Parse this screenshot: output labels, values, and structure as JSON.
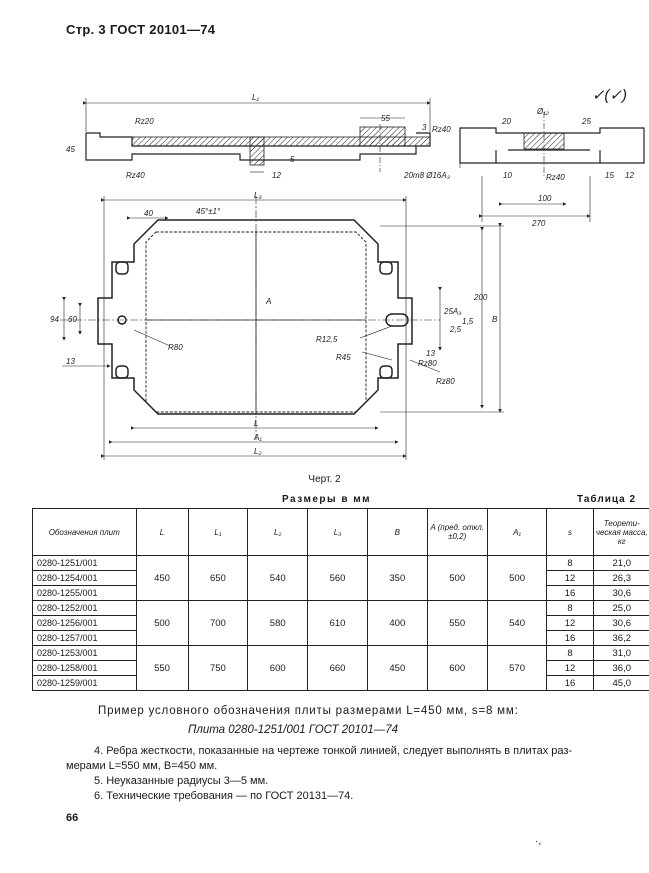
{
  "header": {
    "title": "Стр. 3 ГОСТ 20101—74"
  },
  "check_mark": "✓(✓)",
  "drawing": {
    "labels": {
      "L1": "L₁",
      "L2": "L₂",
      "L3": "L₃",
      "L": "L",
      "A1": "A₁",
      "A": "A",
      "B": "B",
      "rz20": "Rz20",
      "rz40": "Rz40",
      "rz40b": "Rz40",
      "rz40c": "Rz40",
      "rz80": "Rz80",
      "rz80b": "Rz80",
      "d55": "55",
      "d3": "3",
      "d5": "5",
      "d12a": "12",
      "d12b": "12",
      "fit": "20m8 Ø16A₃",
      "d45": "45",
      "d20": "20",
      "d25": "25",
      "d10": "10",
      "d15": "15",
      "d100": "100",
      "d270": "270",
      "d40": "40",
      "chamfer": "45°±1°",
      "d60": "60",
      "d94": "94",
      "d13": "13",
      "r80": "R80",
      "r125": "R12,5",
      "r45": "R45",
      "d200": "200",
      "d255": "25A₃",
      "d13b": "13",
      "d25b": "2,5",
      "d15c": "1,5",
      "dphi": "Ø₁₂"
    }
  },
  "caption": "Черт. 2",
  "sizes_label": "Размеры в мм",
  "table_number": "Таблица 2",
  "table": {
    "headers": [
      "Обозначения плит",
      "L",
      "L₁",
      "L₂",
      "L₃",
      "B",
      "A (пред. откл. ±0,2)",
      "A₁",
      "s",
      "Теорети-ческая масса, кг"
    ],
    "groups": [
      {
        "L": "450",
        "L1": "650",
        "L2": "540",
        "L3": "560",
        "B": "350",
        "A": "500",
        "A1": "500",
        "rows": [
          {
            "code": "0280-1251/001",
            "s": "8",
            "mass": "21,0"
          },
          {
            "code": "0280-1254/001",
            "s": "12",
            "mass": "26,3"
          },
          {
            "code": "0280-1255/001",
            "s": "16",
            "mass": "30,6"
          }
        ]
      },
      {
        "L": "500",
        "L1": "700",
        "L2": "580",
        "L3": "610",
        "B": "400",
        "A": "550",
        "A1": "540",
        "rows": [
          {
            "code": "0280-1252/001",
            "s": "8",
            "mass": "25,0"
          },
          {
            "code": "0280-1256/001",
            "s": "12",
            "mass": "30,6"
          },
          {
            "code": "0280-1257/001",
            "s": "16",
            "mass": "36,2"
          }
        ]
      },
      {
        "L": "550",
        "L1": "750",
        "L2": "600",
        "L3": "660",
        "B": "450",
        "A": "600",
        "A1": "570",
        "rows": [
          {
            "code": "0280-1253/001",
            "s": "8",
            "mass": "31,0"
          },
          {
            "code": "0280-1258/001",
            "s": "12",
            "mass": "36,0"
          },
          {
            "code": "0280-1259/001",
            "s": "16",
            "mass": "45,0"
          }
        ]
      }
    ]
  },
  "example": "Пример условного обозначения плиты размерами L=450 мм, s=8 мм:",
  "designation": "Плита 0280-1251/001 ГОСТ 20101—74",
  "notes": {
    "n4": "4. Ребра жесткости, показанные на чертеже тонкой линией, следует выполнять в плитах раз-",
    "n4b": "мерами L=550 мм, B=450 мм.",
    "n5": "5. Неуказанные радиусы 3—5 мм.",
    "n6": "6. Технические требования — по ГОСТ 20131—74."
  },
  "page_number": "66",
  "specks": "·,"
}
